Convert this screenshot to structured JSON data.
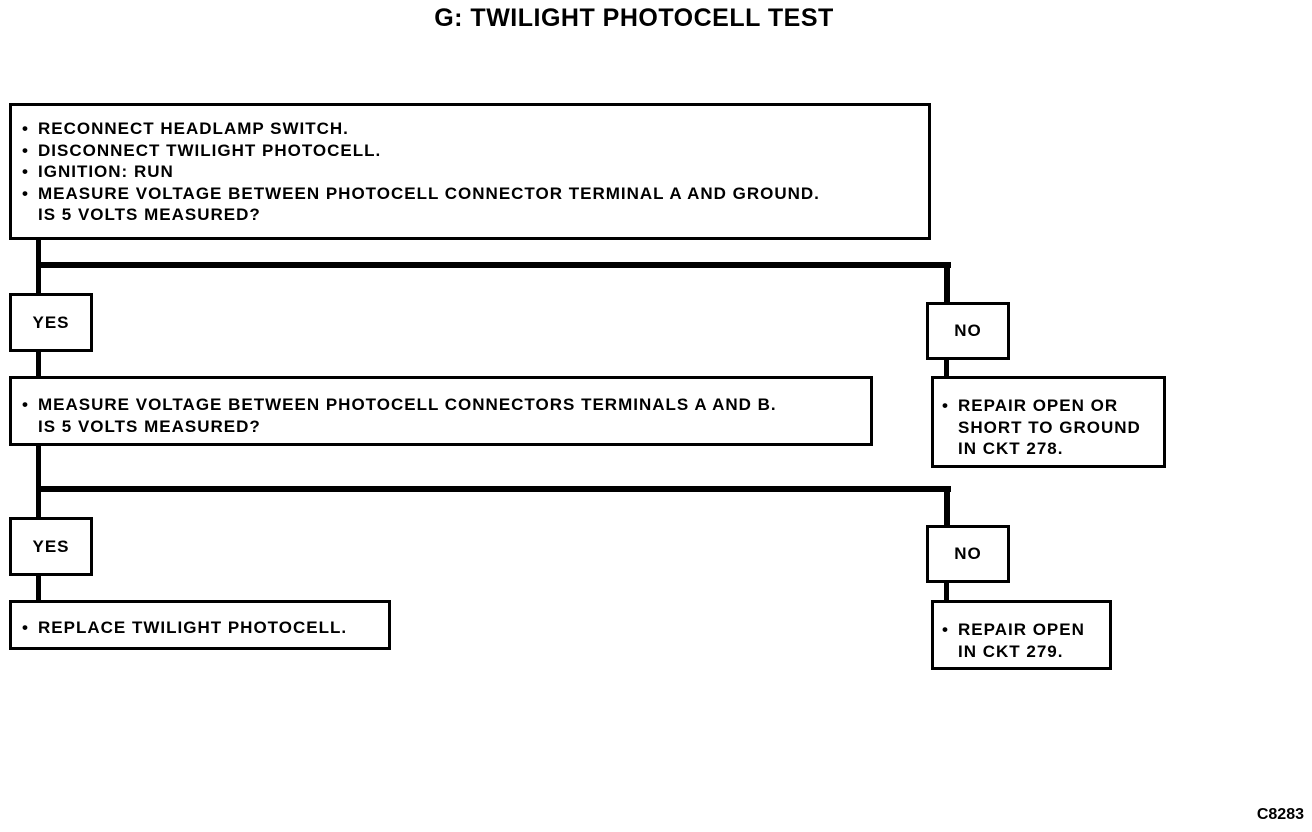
{
  "title": "G: TWILIGHT PHOTOCELL TEST",
  "step1": {
    "bullets": [
      "RECONNECT HEADLAMP SWITCH.",
      "DISCONNECT TWILIGHT PHOTOCELL.",
      "IGNITION: RUN",
      "MEASURE VOLTAGE BETWEEN PHOTOCELL CONNECTOR TERMINAL A AND GROUND."
    ],
    "question": "IS 5 VOLTS MEASURED?"
  },
  "branch1": {
    "yes_label": "YES",
    "no_label": "NO",
    "yes_step": {
      "bullets": [
        "MEASURE VOLTAGE BETWEEN PHOTOCELL CONNECTORS TERMINALS A AND B."
      ],
      "question": "IS 5 VOLTS MEASURED?"
    },
    "no_step": {
      "lines": [
        "REPAIR OPEN OR",
        "SHORT TO GROUND",
        "IN CKT 278."
      ]
    }
  },
  "branch2": {
    "yes_label": "YES",
    "no_label": "NO",
    "yes_step": {
      "bullets": [
        "REPLACE TWILIGHT PHOTOCELL."
      ]
    },
    "no_step": {
      "lines": [
        "REPAIR OPEN",
        "IN CKT 279."
      ]
    }
  },
  "figure_code": "C8283"
}
